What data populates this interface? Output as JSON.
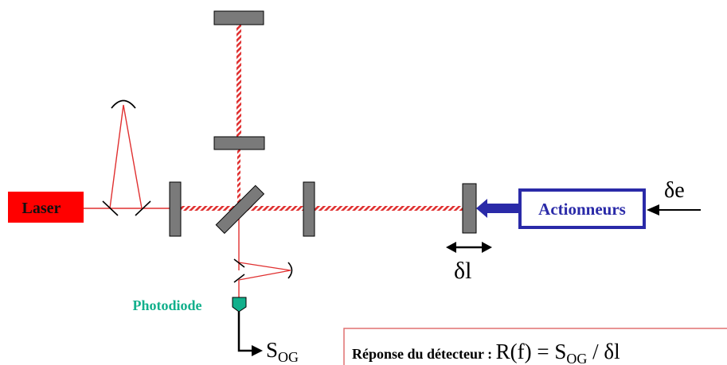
{
  "labels": {
    "laser": "Laser",
    "actuators": "Actionneurs",
    "photodiode": "Photodiode",
    "delta_e": "δe",
    "delta_l": "δl",
    "signal": "S",
    "signal_sub": "OG"
  },
  "response": {
    "prefix": "Réponse du détecteur : ",
    "expr_start": "R(f) = S",
    "expr_sub": "OG",
    "expr_end": " / δl"
  },
  "colors": {
    "laser_box": "#ff0000",
    "beam": "#e03030",
    "mirror": "#7a7a7a",
    "actuator": "#2a2aa8",
    "photodiode": "#12b08c",
    "response_border": "#e07070"
  }
}
